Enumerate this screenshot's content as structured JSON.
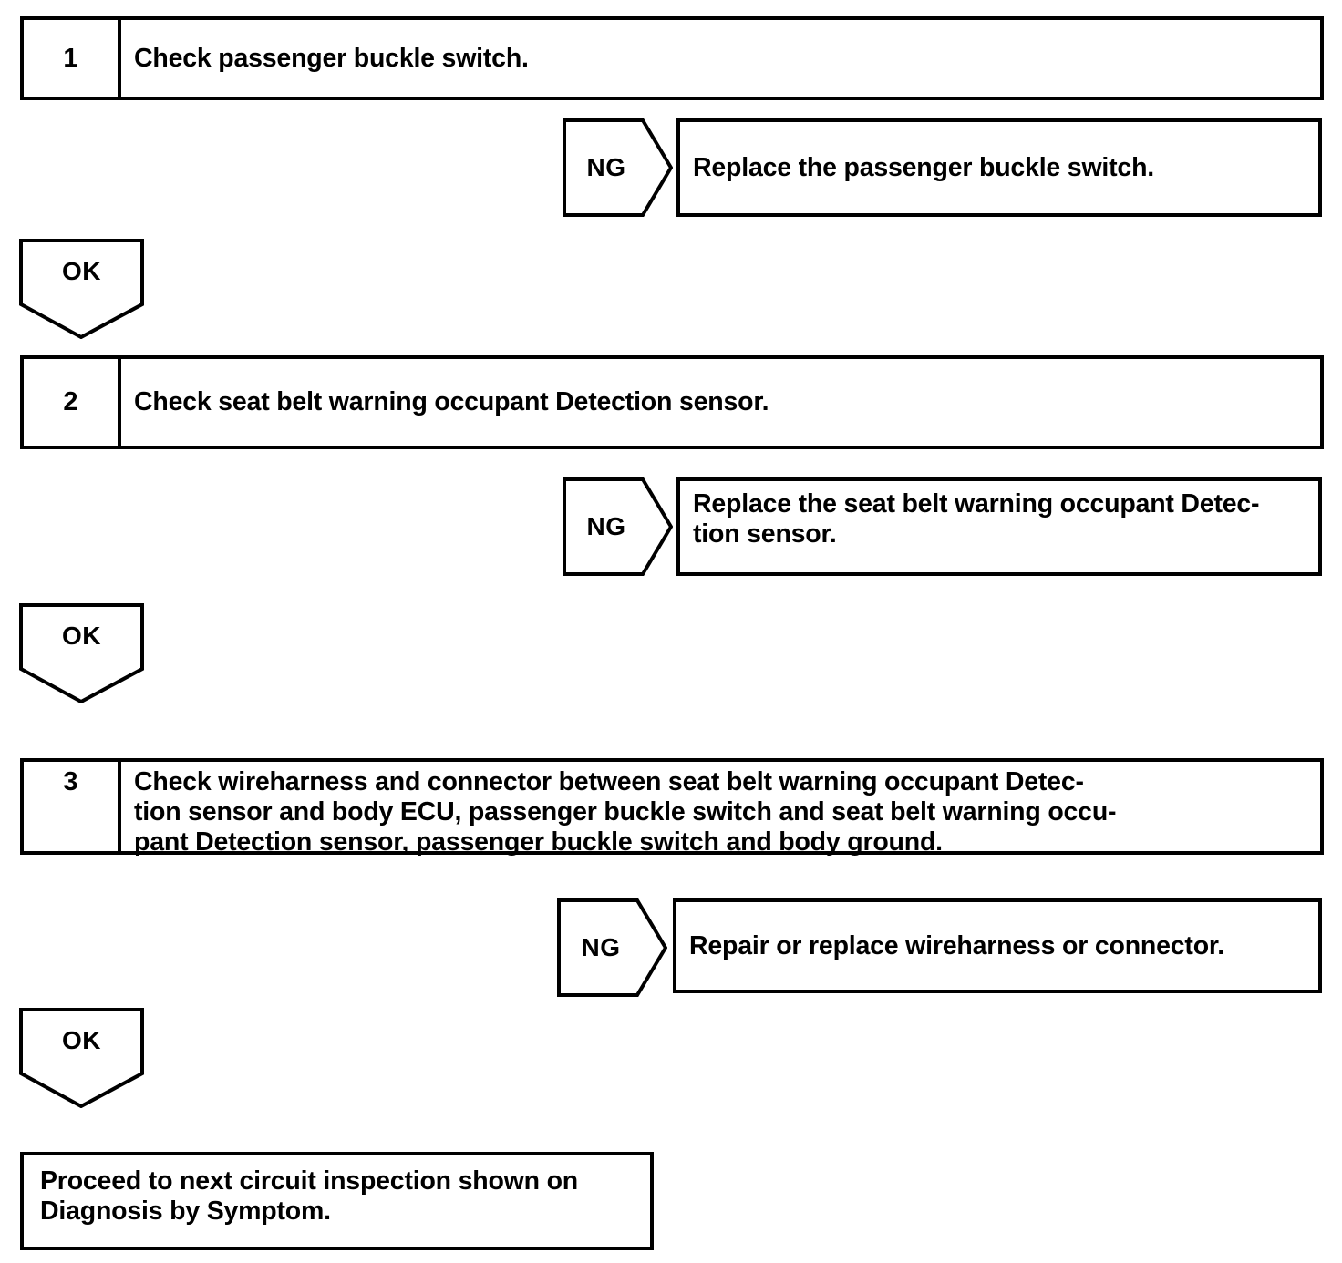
{
  "document": {
    "title": "Seat belt warning circuit inspection flowchart",
    "line_color": "#000000",
    "background_color": "#ffffff"
  },
  "labels": {
    "ng": "NG",
    "ok": "OK"
  },
  "steps": [
    {
      "number": "1",
      "text": "Check passenger buckle switch.",
      "ng_label": "NG",
      "ng_result": "Replace the passenger buckle switch.",
      "ok_label": "OK"
    },
    {
      "number": "2",
      "text": "Check seat belt warning occupant Detection sensor.",
      "ng_label": "NG",
      "ng_result": "Replace the seat belt warning occupant Detec-\ntion sensor.",
      "ok_label": "OK"
    },
    {
      "number": "3",
      "text": "Check wireharness and connector between seat belt warning occupant Detec-\ntion sensor and body ECU, passenger buckle switch and seat belt warning occu-\npant Detection sensor, passenger buckle switch and body ground.",
      "ng_label": "NG",
      "ng_result": "Repair or replace wireharness or connector.",
      "ok_label": "OK"
    }
  ],
  "final": {
    "text": "Proceed to next circuit inspection shown on\nDiagnosis by Symptom."
  }
}
